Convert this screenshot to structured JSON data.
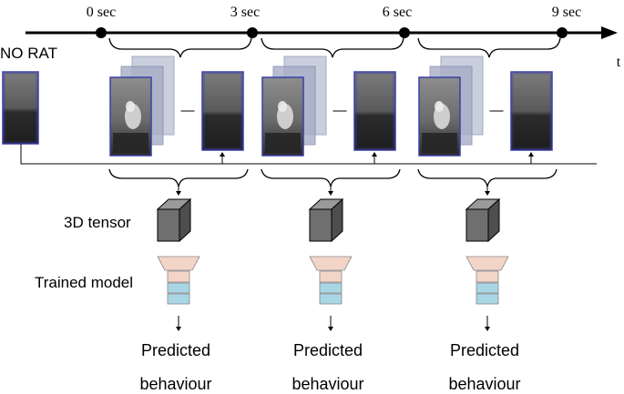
{
  "timeline": {
    "ticks": [
      "0 sec",
      "3 sec",
      "6 sec",
      "9 sec"
    ],
    "axis_label": "t"
  },
  "baseline_label": "NO RAT",
  "minus_sign": "—",
  "row_labels": {
    "tensor": "3D tensor",
    "model": "Trained model"
  },
  "output": {
    "line1": "Predicted",
    "line2": "behaviour"
  },
  "colors": {
    "frame_border": "#3b3fa8",
    "model_top": "#f3d5c8",
    "model_bottom": "#a9d6e5",
    "cube_front": "#6f6f6f",
    "cube_top": "#9a9a9a",
    "cube_side": "#4e4e4e"
  },
  "icons": {
    "timeline_arrow": "arrow-right-icon",
    "tensor": "cube-icon",
    "model": "funnel-network-icon",
    "down_arrow": "arrow-down-icon"
  }
}
